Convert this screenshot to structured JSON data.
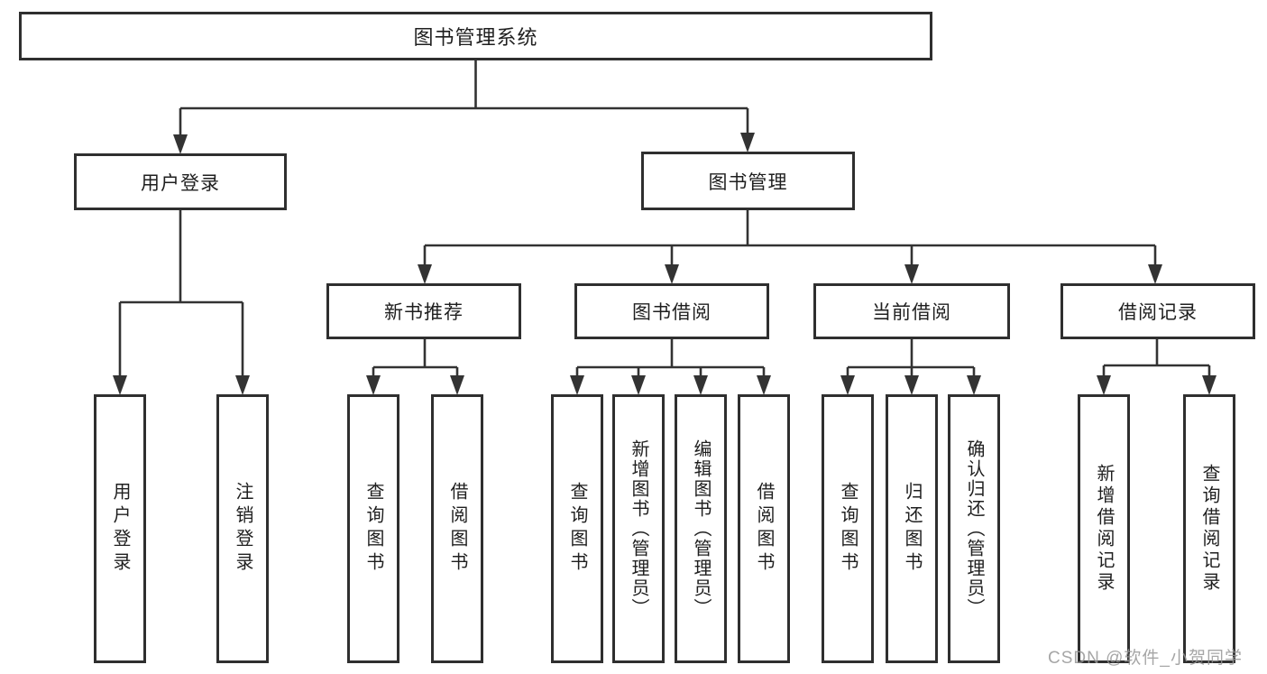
{
  "diagram": {
    "type": "hierarchy-tree",
    "title": "图书管理系统",
    "colors": {
      "line": "#333333",
      "box_border": "#2f2f2f",
      "text": "#1f1f1f",
      "background": "#ffffff",
      "watermark": "#969696"
    },
    "nodes": {
      "root": {
        "label": "图书管理系统"
      },
      "level2": [
        {
          "label": "用户登录"
        },
        {
          "label": "图书管理"
        }
      ],
      "level3": [
        {
          "label": "新书推荐",
          "parent": "图书管理"
        },
        {
          "label": "图书借阅",
          "parent": "图书管理"
        },
        {
          "label": "当前借阅",
          "parent": "图书管理"
        },
        {
          "label": "借阅记录",
          "parent": "图书管理"
        }
      ],
      "leaves": [
        {
          "label": "用户登录",
          "parent": "用户登录"
        },
        {
          "label": "注销登录",
          "parent": "用户登录"
        },
        {
          "label": "查询图书",
          "parent": "新书推荐"
        },
        {
          "label": "借阅图书",
          "parent": "新书推荐"
        },
        {
          "label": "查询图书",
          "parent": "图书借阅"
        },
        {
          "label": "新增图书（管理员）",
          "parent": "图书借阅"
        },
        {
          "label": "编辑图书（管理员）",
          "parent": "图书借阅"
        },
        {
          "label": "借阅图书",
          "parent": "图书借阅"
        },
        {
          "label": "查询图书",
          "parent": "当前借阅"
        },
        {
          "label": "归还图书",
          "parent": "当前借阅"
        },
        {
          "label": "确认归还（管理员）",
          "parent": "当前借阅"
        },
        {
          "label": "新增借阅记录",
          "parent": "借阅记录"
        },
        {
          "label": "查询借阅记录",
          "parent": "借阅记录"
        }
      ]
    },
    "watermark": "CSDN @软件_小贺同学"
  }
}
